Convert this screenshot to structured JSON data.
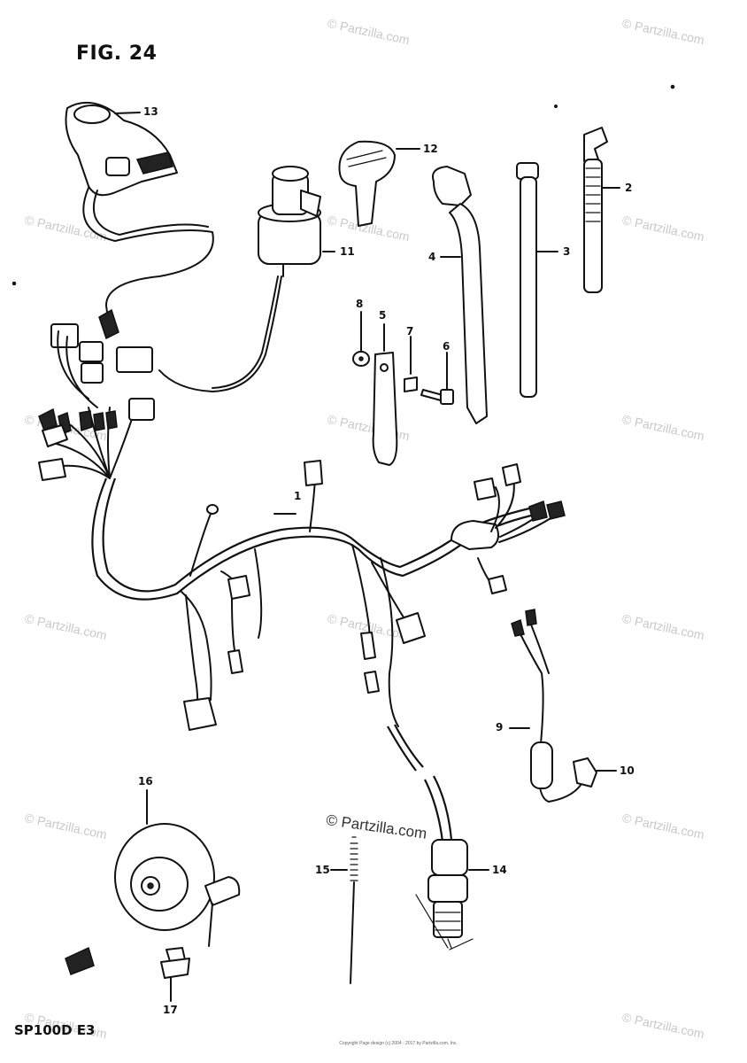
{
  "figure": {
    "title": "FIG. 24",
    "model": "SP100D E3",
    "copyright": "Copyright\nPage design (c) 2004 - 2017 by Partzilla.com, Inc."
  },
  "watermark": {
    "text": "© Partzilla.com",
    "center_text": "© Partzilla.com"
  },
  "callouts": [
    {
      "id": "1",
      "label": "1"
    },
    {
      "id": "2",
      "label": "2"
    },
    {
      "id": "3",
      "label": "3"
    },
    {
      "id": "4",
      "label": "4"
    },
    {
      "id": "5",
      "label": "5"
    },
    {
      "id": "6",
      "label": "6"
    },
    {
      "id": "7",
      "label": "7"
    },
    {
      "id": "8",
      "label": "8"
    },
    {
      "id": "9",
      "label": "9"
    },
    {
      "id": "10",
      "label": "10"
    },
    {
      "id": "11",
      "label": "11"
    },
    {
      "id": "12",
      "label": "12"
    },
    {
      "id": "13",
      "label": "13"
    },
    {
      "id": "14",
      "label": "14"
    },
    {
      "id": "15",
      "label": "15"
    },
    {
      "id": "16",
      "label": "16"
    },
    {
      "id": "17",
      "label": "17"
    }
  ]
}
